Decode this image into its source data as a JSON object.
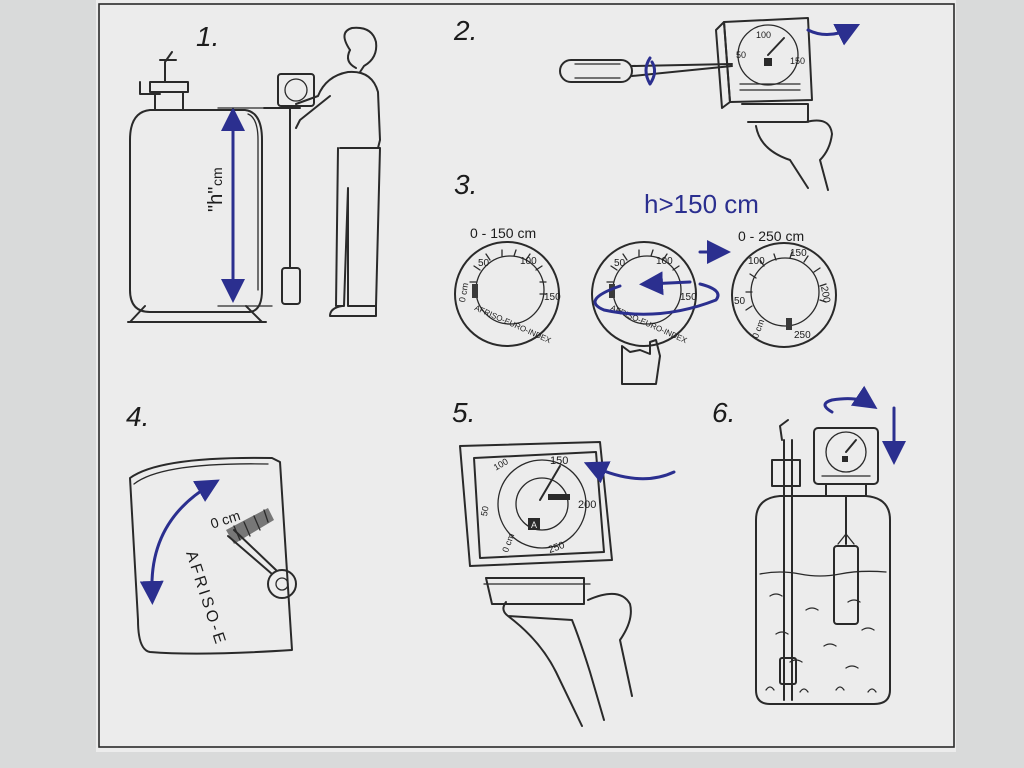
{
  "steps": [
    {
      "number": "1.",
      "height_label": "\"h\"",
      "unit_label": "cm"
    },
    {
      "number": "2."
    },
    {
      "number": "3.",
      "heading": "h>150 cm",
      "range_small": "0 - 150 cm",
      "range_large": "0 - 250 cm"
    },
    {
      "number": "4.",
      "zero_label": "0 cm"
    },
    {
      "number": "5."
    },
    {
      "number": "6."
    }
  ],
  "gauge_small": {
    "ticks": [
      "0 cm",
      "50",
      "100",
      "150"
    ]
  },
  "gauge_large": {
    "ticks": [
      "0 cm",
      "50",
      "100",
      "150",
      "200",
      "250"
    ]
  },
  "gauge5_ticks": [
    "0 cm",
    "50",
    "100",
    "150",
    "200",
    "250"
  ],
  "brand": "AFRISO-EURO-INDEX",
  "brand_partial": "AFRISO-E",
  "gauge_letter": "A",
  "colors": {
    "accent_blue": "#2b2f8f",
    "paper": "#ececec",
    "ink": "#2a2a2a"
  }
}
